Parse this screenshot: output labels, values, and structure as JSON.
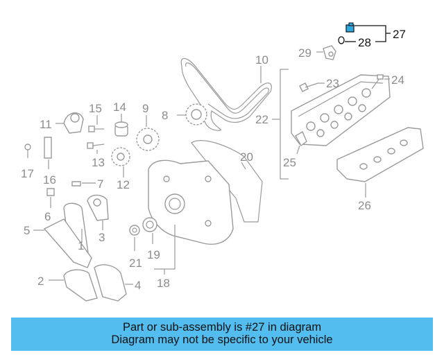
{
  "diagram": {
    "callouts": [
      "27",
      "28",
      "29",
      "10",
      "22",
      "23",
      "24",
      "25",
      "26",
      "8",
      "9",
      "11",
      "14",
      "15",
      "13",
      "12",
      "17",
      "16",
      "7",
      "20",
      "6",
      "5",
      "1",
      "3",
      "21",
      "19",
      "18",
      "2",
      "4"
    ],
    "highlight_color": "#2fa8e0",
    "highlighted_part": "27"
  },
  "banner": {
    "line1": "Part or sub-assembly is #27 in diagram",
    "line2": "Diagram may not be specific to your vehicle",
    "background": "#53bdf0"
  }
}
